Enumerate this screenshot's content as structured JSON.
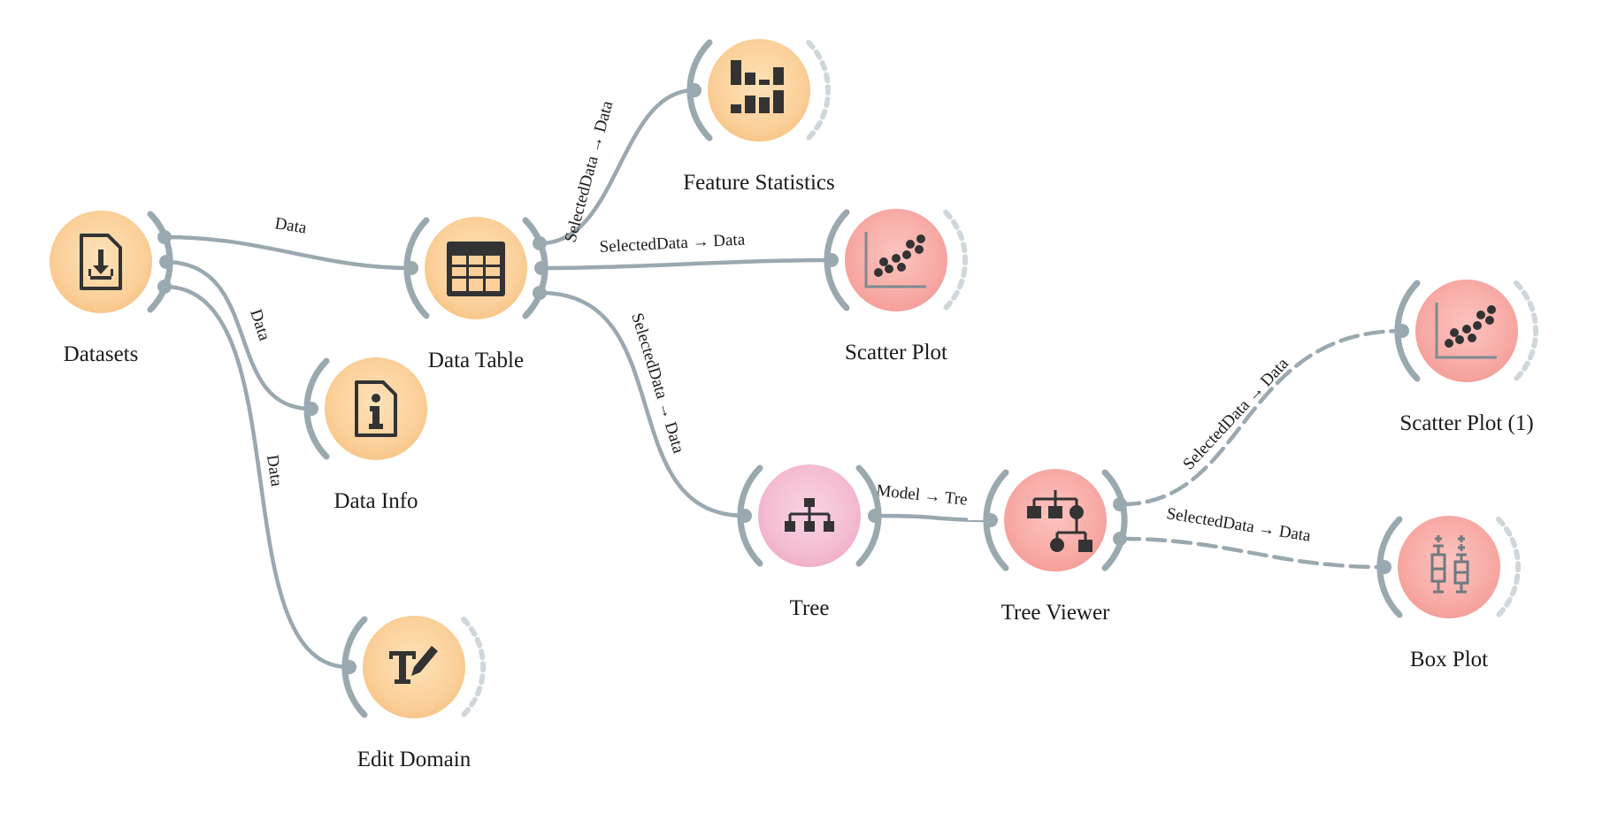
{
  "colors": {
    "link": "#9aa8b0",
    "data_node_fill": "#fbd49e",
    "visualize_node_fill": "#f8a8a4",
    "model_node_fill": "#f4b6d0"
  },
  "nodes": {
    "datasets": {
      "label": "Datasets",
      "icon": "file-download-icon",
      "category": "data"
    },
    "data_table": {
      "label": "Data Table",
      "icon": "table-grid-icon",
      "category": "data"
    },
    "data_info": {
      "label": "Data Info",
      "icon": "file-info-icon",
      "category": "data"
    },
    "edit_domain": {
      "label": "Edit Domain",
      "icon": "text-edit-icon",
      "category": "data"
    },
    "feature_statistics": {
      "label": "Feature Statistics",
      "icon": "bar-chart-icon",
      "category": "data"
    },
    "scatter_plot": {
      "label": "Scatter Plot",
      "icon": "scatter-plot-icon",
      "category": "visualize"
    },
    "tree": {
      "label": "Tree",
      "icon": "hierarchy-tree-icon",
      "category": "model"
    },
    "tree_viewer": {
      "label": "Tree Viewer",
      "icon": "tree-viewer-icon",
      "category": "visualize"
    },
    "scatter_plot_1": {
      "label": "Scatter Plot (1)",
      "icon": "scatter-plot-icon",
      "category": "visualize"
    },
    "box_plot": {
      "label": "Box Plot",
      "icon": "box-plot-icon",
      "category": "visualize"
    }
  },
  "links": {
    "datasets_to_data_table": {
      "label": "Data"
    },
    "datasets_to_data_info": {
      "label": "Data"
    },
    "datasets_to_edit_domain": {
      "label": "Data"
    },
    "data_table_to_feature_statistics": {
      "label": "SelectedData → Data"
    },
    "data_table_to_scatter_plot": {
      "label": "SelectedData → Data"
    },
    "data_table_to_tree": {
      "label": "SelectedData → Data"
    },
    "tree_to_tree_viewer": {
      "label": "Model → Tree"
    },
    "tree_viewer_to_scatter_plot_1": {
      "label": "SelectedData → Data",
      "dashed": true
    },
    "tree_viewer_to_box_plot": {
      "label": "SelectedData → Data",
      "dashed": true
    }
  }
}
